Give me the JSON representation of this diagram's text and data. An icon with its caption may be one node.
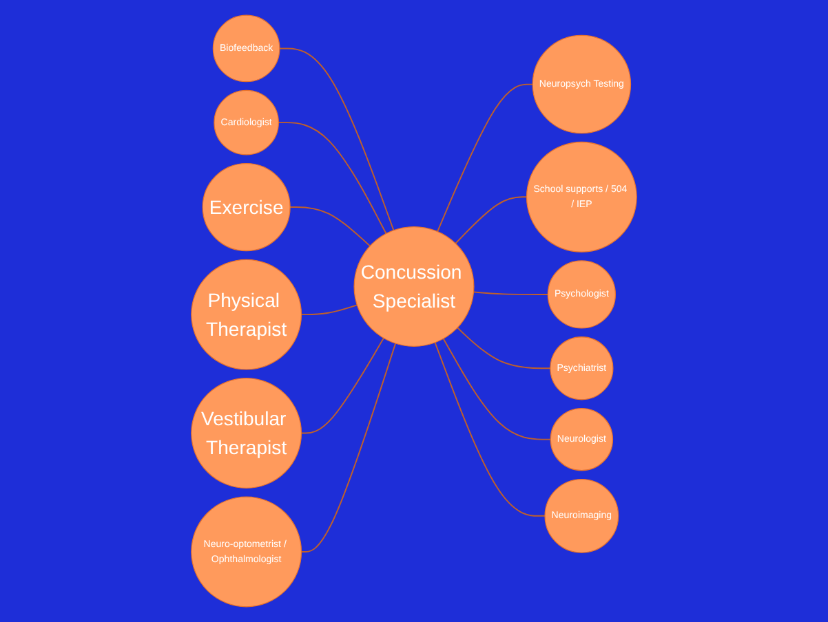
{
  "diagram": {
    "nodes": [
      {
        "text": [
          "Concussion Specialist"
        ]
      },
      {
        "text": [
          "Biofeedback"
        ]
      },
      {
        "text": [
          "Neuropsych Testing"
        ]
      },
      {
        "text": [
          "School supports / 504 / IEP"
        ]
      },
      {
        "text": [
          "Cardiologist"
        ]
      },
      {
        "text": [
          "Psychologist"
        ]
      },
      {
        "text": [
          "Exercise"
        ]
      },
      {
        "text": [
          "Psychiatrist"
        ]
      },
      {
        "text": [
          "Physical Therapist"
        ]
      },
      {
        "text": [
          "Neurologist"
        ]
      },
      {
        "text": [
          "Vestibular Therapist"
        ]
      },
      {
        "text": [
          "Neuroimaging"
        ]
      },
      {
        "text": [
          "Neuro-optometrist / Ophthalmologist"
        ]
      }
    ],
    "edges": [
      {
        "from": 1,
        "to": 0,
        "arrow": "none"
      },
      {
        "from": 0,
        "to": 2,
        "arrow": "none"
      },
      {
        "from": 0,
        "to": 3,
        "arrow": "none"
      },
      {
        "from": 4,
        "to": 0,
        "arrow": "none"
      },
      {
        "from": 0,
        "to": 5,
        "arrow": "none"
      },
      {
        "from": 6,
        "to": 0,
        "arrow": "none"
      },
      {
        "from": 0,
        "to": 7,
        "arrow": "none"
      },
      {
        "from": 8,
        "to": 0,
        "arrow": "none"
      },
      {
        "from": 0,
        "to": 9,
        "arrow": "none"
      },
      {
        "from": 10,
        "to": 0,
        "arrow": "none"
      },
      {
        "from": 0,
        "to": 11,
        "arrow": "none"
      },
      {
        "from": 12,
        "to": 0,
        "arrow": "none"
      }
    ]
  }
}
